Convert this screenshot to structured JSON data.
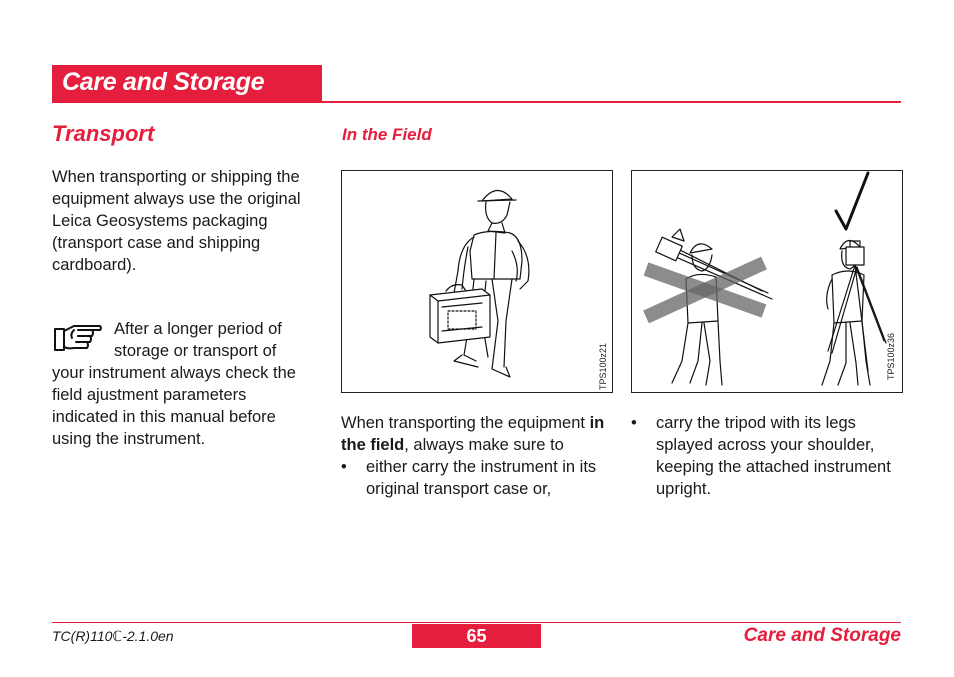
{
  "header": {
    "title": "Care and Storage"
  },
  "section": {
    "title": "Transport",
    "subtitle": "In the Field"
  },
  "intro_text": "When transporting or shipping the equipment always use the original Leica Geosystems packaging (transport case and shipping cardboard).",
  "note": {
    "icon": "pointing-hand-icon",
    "lead": "After a longer period of storage or transport of",
    "rest": "your instrument always check the field ajustment parameters indicated in this manual before using the instrument."
  },
  "figures": [
    {
      "label": "TPS100z21",
      "icon": "worker-carrying-case-illustration"
    },
    {
      "label": "TPS100z36",
      "icon": "tripod-carrying-illustration"
    }
  ],
  "column2": {
    "para_before": "When transporting the equipment ",
    "para_bold": "in the field",
    "para_after": ", always make sure to",
    "bullet": "either carry the instrument in its original transport case or,"
  },
  "column3": {
    "bullet": "carry the tripod with its legs splayed across your shoulder, keeping the attached instrument upright."
  },
  "bullet_char": "•",
  "footer": {
    "doc_code": "TC(R)110ℂ-2.1.0en",
    "page_number": "65",
    "section": "Care and Storage"
  },
  "colors": {
    "accent": "#e41e3c",
    "text": "#1a1a1a"
  }
}
